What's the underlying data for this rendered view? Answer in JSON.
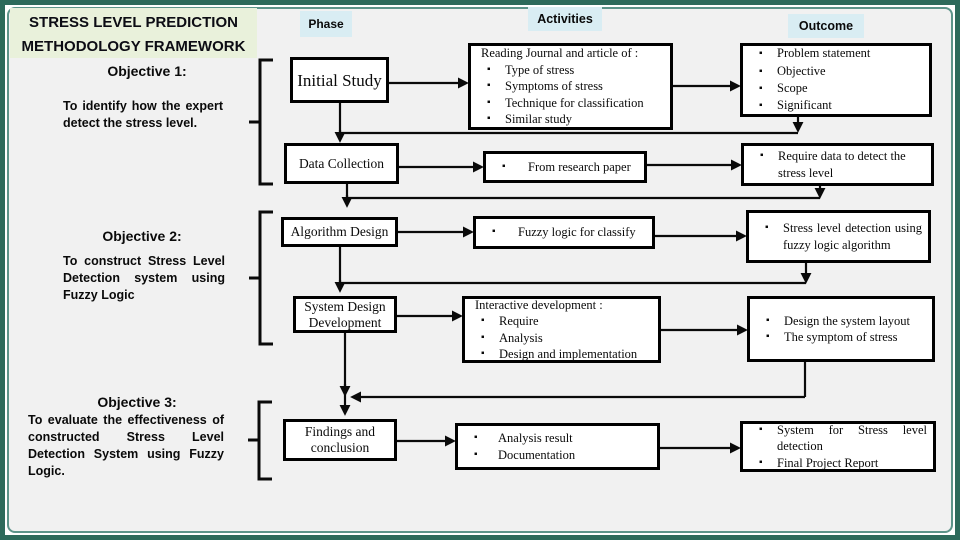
{
  "title": {
    "line1": "STRESS LEVEL PREDICTION",
    "line2": "METHODOLOGY FRAMEWORK"
  },
  "column_headers": {
    "phase": "Phase",
    "activities": "Activities",
    "outcome": "Outcome"
  },
  "objectives": [
    {
      "heading": "Objective 1:",
      "description": "To identify how the expert detect the stress level."
    },
    {
      "heading": "Objective 2:",
      "description": "To construct Stress Level Detection system using Fuzzy Logic"
    },
    {
      "heading": "Objective 3:",
      "description": "To evaluate the effectiveness of constructed Stress Level Detection System using Fuzzy Logic."
    }
  ],
  "phases": [
    {
      "label": "Initial Study"
    },
    {
      "label": "Data Collection"
    },
    {
      "label": "Algorithm Design"
    },
    {
      "label": "System Design Development"
    },
    {
      "label": "Findings and conclusion"
    }
  ],
  "activities": [
    {
      "intro": "Reading Journal and article of :",
      "items": [
        "Type of stress",
        "Symptoms of stress",
        "Technique for classification",
        "Similar study"
      ]
    },
    {
      "items": [
        "From research paper"
      ]
    },
    {
      "items": [
        "Fuzzy logic for classify"
      ]
    },
    {
      "intro": "Interactive development :",
      "items": [
        "Require",
        "Analysis",
        "Design and implementation"
      ]
    },
    {
      "items": [
        "Analysis result",
        "Documentation"
      ]
    }
  ],
  "outcomes": [
    {
      "items": [
        "Problem statement",
        "Objective",
        "Scope",
        "Significant"
      ]
    },
    {
      "items": [
        "Require data to detect the stress level"
      ]
    },
    {
      "items": [
        "Stress level detection using fuzzy logic algorithm"
      ]
    },
    {
      "items": [
        "Design the system layout",
        "The symptom of stress"
      ]
    },
    {
      "items": [
        "System for Stress level detection",
        "Final Project Report"
      ]
    }
  ],
  "colors": {
    "outer_border": "#2d6a5b",
    "inner_border": "#5d948a",
    "canvas_background": "#f1f1f1",
    "title_background": "#e9f1db",
    "header_background": "#d9edf3",
    "box_border": "#000000"
  }
}
